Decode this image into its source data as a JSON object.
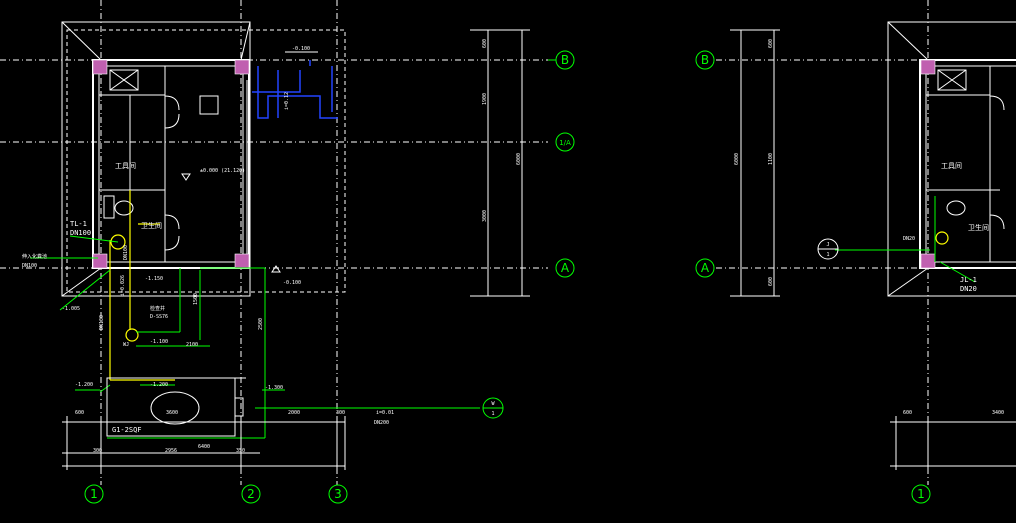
{
  "axes": {
    "B": "B",
    "half_A": "1/A",
    "A": "A",
    "c1": "1",
    "c2": "2",
    "c3": "3"
  },
  "rooms": {
    "tool_room": "工具间",
    "toilet": "卫生间"
  },
  "labels": {
    "lev_top": "-0.100",
    "lev_floor": "±0.000 (21.120)",
    "lev_bottom": "-0.100",
    "lev_1005": "-1.005",
    "lev_1150": "-1.150",
    "lev_1100": "-1.100",
    "lev_1200a": "-1.200",
    "lev_1200b": "-1.200",
    "lev_1300": "-1.300",
    "pipe_tl1": "TL-1",
    "pipe_dn100a": "DN100",
    "pipe_tl1_right": "JL-1",
    "pipe_dn20": "DN20",
    "pipe_dn20b": "DN20",
    "dn100_v": "DN100",
    "dn100_v2": "DN100",
    "vent_note": "伸入化粪池",
    "vent_dn": "DN100",
    "slope1": "i=0.026",
    "valve": "D-SS76",
    "valve2": "检查井",
    "wj": "WJ",
    "dim_2100": "2100",
    "dim_2500": "2500",
    "dim_1500": "1500",
    "septic": "G1-2SQF",
    "septic_d": "3600",
    "dim_600a": "600",
    "dim_2956": "2956",
    "dim_6400": "6400",
    "dim_350": "350",
    "dim_300": "300",
    "dim_2000": "2000",
    "dim_300b": "300",
    "slope2": "i=0.01",
    "dn200": "DN200",
    "w1_top": "W",
    "w1_bot": "1",
    "j1_top": "J",
    "j1_bot": "1",
    "i_012": "i=0.12",
    "right_600": "600",
    "right_3400": "3400",
    "dim_h_600": "600",
    "dim_h_1900": "1900",
    "dim_h_3000": "3000",
    "dim_h_6000": "6000",
    "rdim_1100": "1100",
    "rdim_6000": "6000",
    "rdim_600": "600",
    "rdim_600b": "600"
  },
  "colors": {
    "background": "#000000",
    "wall": "#ffffff",
    "axis": "#00ff00",
    "pipe_drain": "#ffff00",
    "pipe_supply": "#2244ff",
    "column": "#c060b0"
  }
}
